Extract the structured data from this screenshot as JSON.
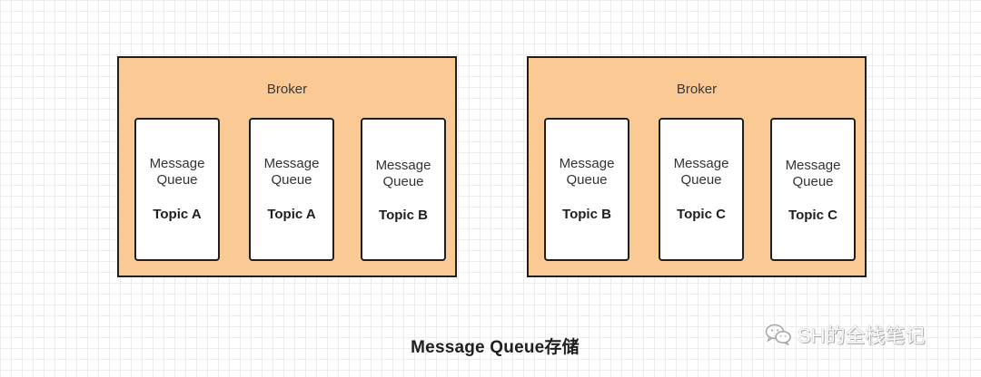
{
  "brokers": [
    {
      "label": "Broker",
      "queues": [
        {
          "line1": "Message",
          "line2": "Queue",
          "topic": "Topic A"
        },
        {
          "line1": "Message",
          "line2": "Queue",
          "topic": "Topic A"
        },
        {
          "line1": "Message",
          "line2": "Queue",
          "topic": "Topic B"
        }
      ]
    },
    {
      "label": "Broker",
      "queues": [
        {
          "line1": "Message",
          "line2": "Queue",
          "topic": "Topic B"
        },
        {
          "line1": "Message",
          "line2": "Queue",
          "topic": "Topic C"
        },
        {
          "line1": "Message",
          "line2": "Queue",
          "topic": "Topic C"
        }
      ]
    }
  ],
  "caption": "Message Queue存储",
  "watermark": {
    "icon": "wechat-icon",
    "text": "SH的全栈笔记"
  },
  "colors": {
    "broker_fill": "#fac994",
    "queue_fill": "#ffffff",
    "border": "#1f1f1f"
  }
}
